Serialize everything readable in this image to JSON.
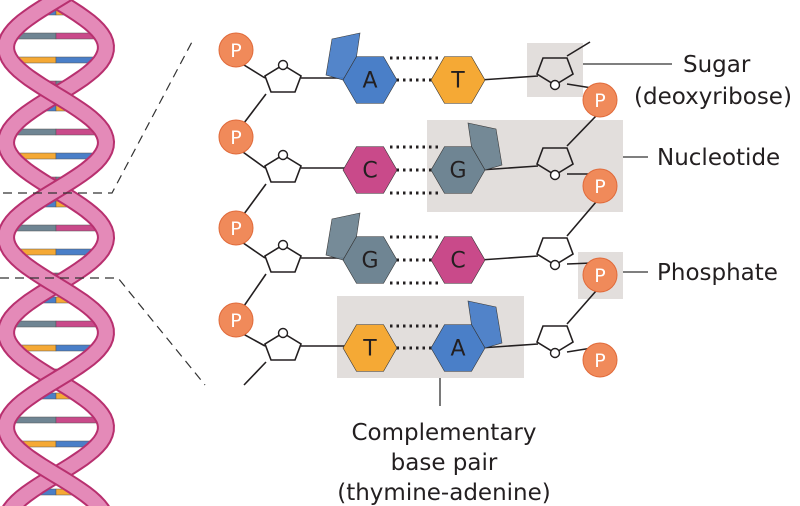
{
  "labels": {
    "sugar": "Sugar",
    "sugar_sub": "(deoxyribose)",
    "nucleotide": "Nucleotide",
    "phosphate": "Phosphate",
    "pair_line1": "Complementary",
    "pair_line2": "base pair",
    "pair_line3": "(thymine-adenine)"
  },
  "phosphate_letter": "P",
  "rows": [
    {
      "left": "A",
      "right": "T",
      "hbonds": 2
    },
    {
      "left": "C",
      "right": "G",
      "hbonds": 3
    },
    {
      "left": "G",
      "right": "C",
      "hbonds": 3
    },
    {
      "left": "T",
      "right": "A",
      "hbonds": 2
    }
  ],
  "colors": {
    "A": "#4a7fc8",
    "T": "#f5a935",
    "C": "#c94a8a",
    "G": "#6f8593",
    "phosphate": "#f08a5a",
    "helix": "#d2448a",
    "highlight_box": "#e2dedc"
  }
}
